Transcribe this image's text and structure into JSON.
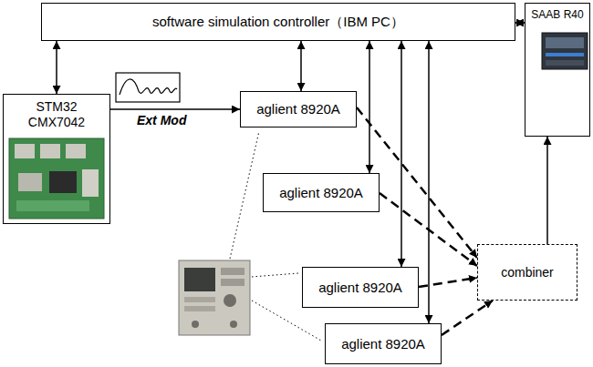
{
  "diagram": {
    "nodes": [
      {
        "text": [
          "software simulation controller（IBM PC）"
        ]
      },
      {
        "text": [
          "SAAB R40"
        ]
      },
      {
        "text": [
          "STM32 CMX7042"
        ]
      },
      {
        "text": [
          "aglient 8920A"
        ]
      },
      {
        "text": [
          "aglient 8920A"
        ]
      },
      {
        "text": [
          "aglient 8920A"
        ]
      },
      {
        "text": [
          "aglient 8920A"
        ]
      },
      {
        "text": [
          "combiner"
        ]
      }
    ],
    "edges": [
      {
        "from": 0,
        "to": 1,
        "arrow": "both"
      },
      {
        "from": 0,
        "to": 2,
        "arrow": "both"
      },
      {
        "from": 0,
        "to": 3,
        "arrow": "both"
      },
      {
        "from": 0,
        "to": 4,
        "arrow": "both"
      },
      {
        "from": 0,
        "to": 5,
        "arrow": "both"
      },
      {
        "from": 0,
        "to": 6,
        "arrow": "both"
      },
      {
        "from": 2,
        "to": 3,
        "label": "Ext Mod",
        "arrow": "to"
      },
      {
        "from": 3,
        "to": 7,
        "arrow": "to"
      },
      {
        "from": 4,
        "to": 7,
        "arrow": "to"
      },
      {
        "from": 5,
        "to": 7,
        "arrow": "to"
      },
      {
        "from": 6,
        "to": 7,
        "arrow": "to"
      },
      {
        "from": 7,
        "to": 1,
        "arrow": "to"
      }
    ]
  }
}
